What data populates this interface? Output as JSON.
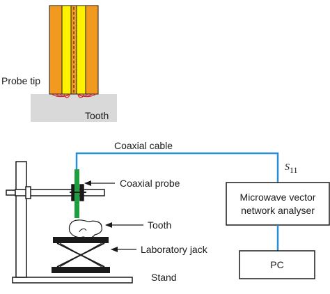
{
  "labels": {
    "probe_tip": "Probe tip",
    "tooth_inset": "Tooth",
    "coaxial_cable": "Coaxial cable",
    "s11_main": "S",
    "s11_sub": "11",
    "coaxial_probe": "Coaxial probe",
    "tooth": "Tooth",
    "laboratory_jack": "Laboratory jack",
    "stand": "Stand"
  },
  "boxes": {
    "analyser_line1": "Microwave vector",
    "analyser_line2": "network analyser",
    "pc": "PC"
  },
  "colors": {
    "probe_outer": "#F29A1F",
    "probe_inner": "#FFF200",
    "tooth_block": "#D9D9D9",
    "field_lines": "#D7262B",
    "cable": "#2A8FD6",
    "probe_green": "#1E9E3F",
    "jack": "#1a1a1a"
  }
}
